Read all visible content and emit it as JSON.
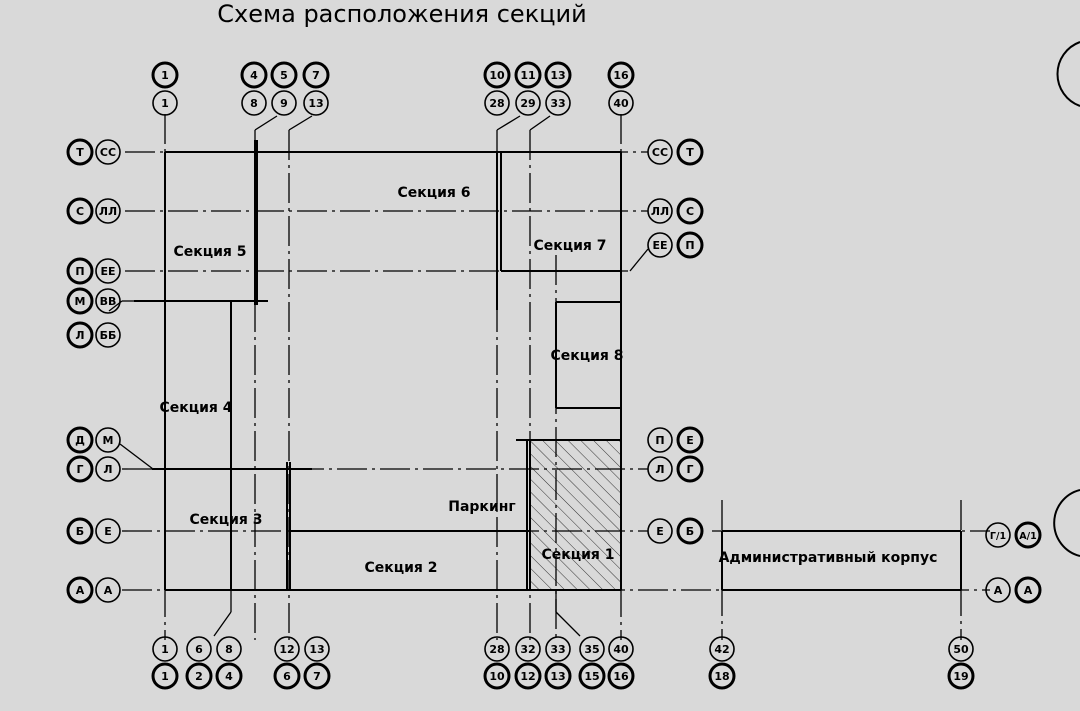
{
  "title": "Схема расположения секций",
  "top_markers": [
    {
      "name": "top-1",
      "outer": "1",
      "inner": "1"
    },
    {
      "name": "top-4-8",
      "outer": "4",
      "inner": "8"
    },
    {
      "name": "top-5-9",
      "outer": "5",
      "inner": "9"
    },
    {
      "name": "top-7-13",
      "outer": "7",
      "inner": "13"
    },
    {
      "name": "top-10-28",
      "outer": "10",
      "inner": "28"
    },
    {
      "name": "top-11-29",
      "outer": "11",
      "inner": "29"
    },
    {
      "name": "top-13-33",
      "outer": "13",
      "inner": "33"
    },
    {
      "name": "top-16-40",
      "outer": "16",
      "inner": "40"
    }
  ],
  "bottom_markers": [
    {
      "name": "bottom-1-1",
      "inner": "1",
      "outer": "1"
    },
    {
      "name": "bottom-6-2",
      "inner": "6",
      "outer": "2"
    },
    {
      "name": "bottom-8-4",
      "inner": "8",
      "outer": "4"
    },
    {
      "name": "bottom-12-6",
      "inner": "12",
      "outer": "6"
    },
    {
      "name": "bottom-13-7",
      "inner": "13",
      "outer": "7"
    },
    {
      "name": "bottom-28-10",
      "inner": "28",
      "outer": "10"
    },
    {
      "name": "bottom-32-12",
      "inner": "32",
      "outer": "12"
    },
    {
      "name": "bottom-33-13",
      "inner": "33",
      "outer": "13"
    },
    {
      "name": "bottom-35-15",
      "inner": "35",
      "outer": "15"
    },
    {
      "name": "bottom-40-16",
      "inner": "40",
      "outer": "16"
    },
    {
      "name": "bottom-42-18",
      "inner": "42",
      "outer": "18"
    },
    {
      "name": "bottom-50-19",
      "inner": "50",
      "outer": "19"
    }
  ],
  "left_markers": [
    {
      "name": "left-t-cc",
      "outer": "Т",
      "inner": "СС"
    },
    {
      "name": "left-s-ll",
      "outer": "С",
      "inner": "ЛЛ"
    },
    {
      "name": "left-p-ee",
      "outer": "П",
      "inner": "ЕЕ"
    },
    {
      "name": "left-m-vv",
      "outer": "М",
      "inner": "ВВ"
    },
    {
      "name": "left-l-bb",
      "outer": "Л",
      "inner": "ББ"
    },
    {
      "name": "left-d-m",
      "outer": "Д",
      "inner": "М"
    },
    {
      "name": "left-g-l",
      "outer": "Г",
      "inner": "Л"
    },
    {
      "name": "left-b-e",
      "outer": "Б",
      "inner": "Е"
    },
    {
      "name": "left-a-a",
      "outer": "А",
      "inner": "А"
    }
  ],
  "right_markers": [
    {
      "name": "right-cc-t",
      "inner": "СС",
      "outer": "Т"
    },
    {
      "name": "right-ll-s",
      "inner": "ЛЛ",
      "outer": "С"
    },
    {
      "name": "right-ee-p",
      "inner": "ЕЕ",
      "outer": "П"
    },
    {
      "name": "right-p-e",
      "inner": "П",
      "outer": "Е"
    },
    {
      "name": "right-l-g",
      "inner": "Л",
      "outer": "Г"
    },
    {
      "name": "right-e-b",
      "inner": "Е",
      "outer": "Б"
    },
    {
      "name": "right-g1-a1",
      "inner": "Г/1",
      "outer": "А/1"
    },
    {
      "name": "right-a-a",
      "inner": "А",
      "outer": "А"
    }
  ],
  "sections": [
    {
      "name": "section-6",
      "label": "Секция 6"
    },
    {
      "name": "section-5",
      "label": "Секция 5"
    },
    {
      "name": "section-7",
      "label": "Секция 7"
    },
    {
      "name": "section-8",
      "label": "Секция 8"
    },
    {
      "name": "section-4",
      "label": "Секция 4"
    },
    {
      "name": "section-3",
      "label": "Секция 3"
    },
    {
      "name": "section-2",
      "label": "Секция 2"
    },
    {
      "name": "section-1",
      "label": "Секция 1"
    },
    {
      "name": "parking",
      "label": "Паркинг"
    },
    {
      "name": "admin-building",
      "label": "Административный корпус"
    }
  ]
}
